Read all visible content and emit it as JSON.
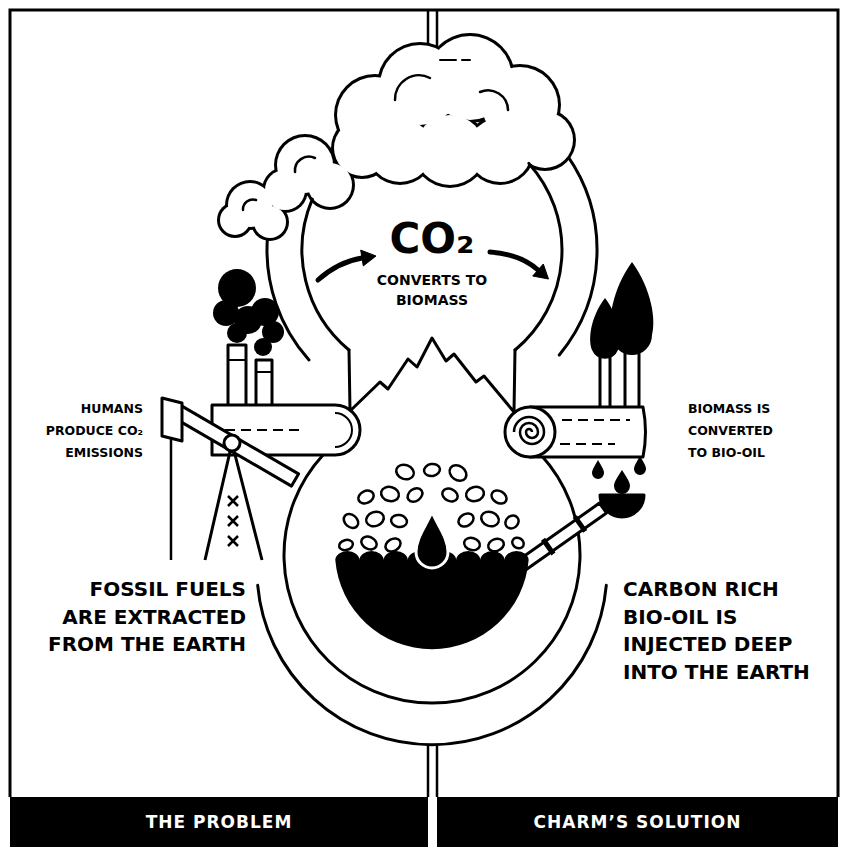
{
  "diagram": {
    "nodes": [
      {
        "text": [
          "CO₂",
          "CONVERTS TO BIOMASS"
        ]
      },
      {
        "text": [
          "THE PROBLEM"
        ]
      },
      {
        "text": [
          "CHARM’S SOLUTION"
        ]
      }
    ],
    "labels": [
      "HUMANS PRODUCE CO₂ EMISSIONS",
      "BIOMASS IS CONVERTED TO BIO-OIL",
      "FOSSIL FUELS ARE EXTRACTED FROM THE EARTH",
      "CARBON RICH BIO-OIL IS INJECTED DEEP INTO THE EARTH"
    ]
  }
}
